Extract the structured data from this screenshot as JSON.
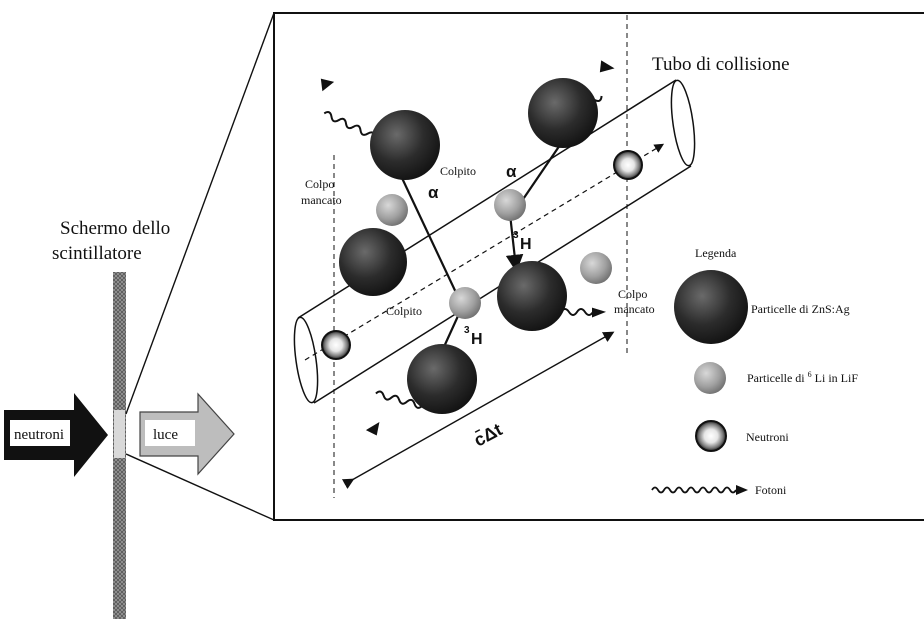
{
  "screen_label": [
    "Schermo dello",
    "scintillatore"
  ],
  "tube_title": "Tubo di collisione",
  "arrows": {
    "in": "neutroni",
    "out": "luce"
  },
  "annotations": {
    "colpito_top": "Colpito",
    "colpito_mid": "Colpito",
    "colpo_mancato_left": [
      "Colpo",
      "mancato"
    ],
    "colpo_mancato_right": [
      "Colpo",
      "mancato"
    ],
    "alpha": "α",
    "tritium_mass": "3",
    "tritium_symbol": "H",
    "time_delta": "c̄Δt"
  },
  "legend": {
    "title": "Legenda",
    "items": [
      {
        "key": "zns",
        "label": "Particelle di ZnS:Ag",
        "icon": "zns-particle-icon"
      },
      {
        "key": "li6",
        "label_prefix": "Particelle di ",
        "superscript": "6",
        "label_suffix": " Li in LiF",
        "icon": "li6-particle-icon"
      },
      {
        "key": "neutron",
        "label": "Neutroni",
        "icon": "neutron-icon"
      },
      {
        "key": "photon",
        "label": "Fotoni",
        "icon": "photon-wave-icon"
      }
    ]
  },
  "colors": {
    "ink": "#111111",
    "zns": "#2a2a2a",
    "li6": "#9a9a9a",
    "arrow_out": "#b8b8b8",
    "screen": "#6a6a6a"
  }
}
